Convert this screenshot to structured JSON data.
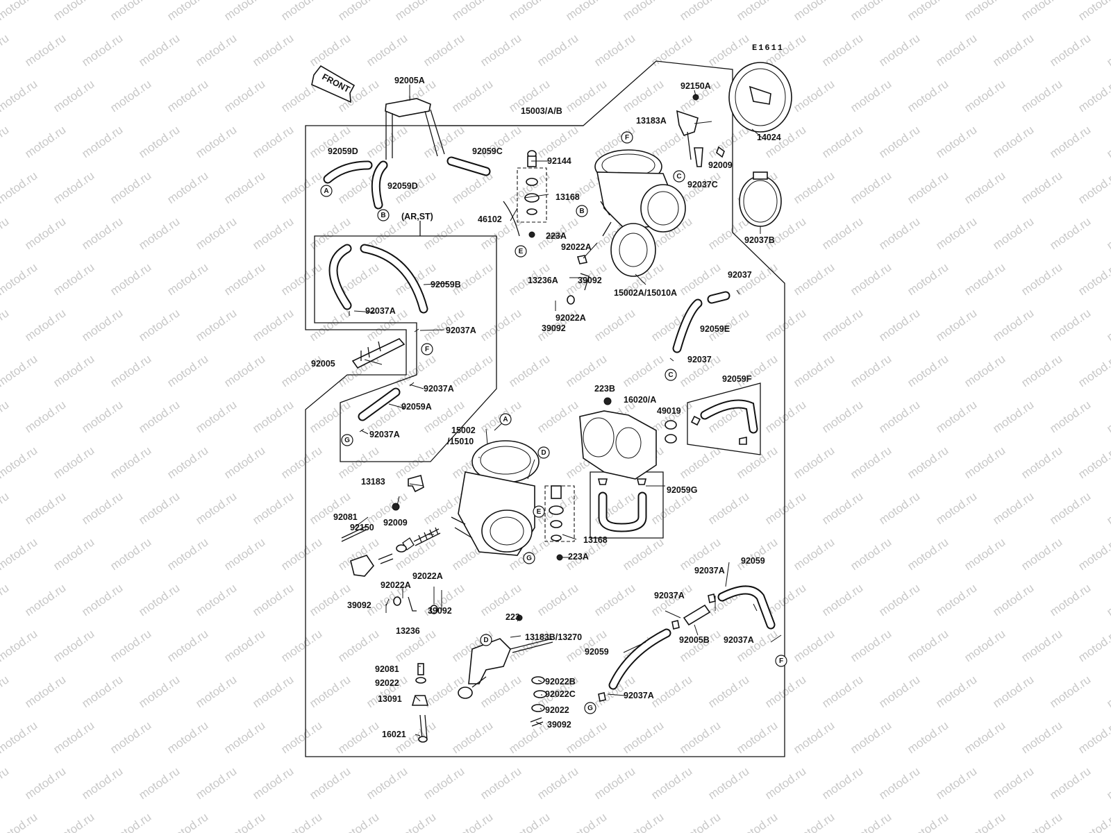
{
  "diagram": {
    "code": "E1611",
    "front_label": "FRONT",
    "watermark": "motod.ru",
    "labels": [
      {
        "id": "l1",
        "text": "92005A"
      },
      {
        "id": "l2",
        "text": "15003/A/B"
      },
      {
        "id": "l3",
        "text": "92150A"
      },
      {
        "id": "l4",
        "text": "13183A"
      },
      {
        "id": "l5",
        "text": "14024"
      },
      {
        "id": "l6",
        "text": "92059D"
      },
      {
        "id": "l7",
        "text": "92059C"
      },
      {
        "id": "l8",
        "text": "92144"
      },
      {
        "id": "l9",
        "text": "92009"
      },
      {
        "id": "l10",
        "text": "92037C"
      },
      {
        "id": "l11",
        "text": "92059D"
      },
      {
        "id": "l12",
        "text": "13168"
      },
      {
        "id": "l13",
        "text": "(AR,ST)"
      },
      {
        "id": "l14",
        "text": "46102"
      },
      {
        "id": "l15",
        "text": "223A"
      },
      {
        "id": "l16",
        "text": "92037B"
      },
      {
        "id": "l17",
        "text": "92022A"
      },
      {
        "id": "l18",
        "text": "92059B"
      },
      {
        "id": "l19",
        "text": "13236A"
      },
      {
        "id": "l20",
        "text": "39092"
      },
      {
        "id": "l21",
        "text": "15002A/15010A"
      },
      {
        "id": "l22",
        "text": "92037"
      },
      {
        "id": "l23",
        "text": "92037A"
      },
      {
        "id": "l24",
        "text": "92022A"
      },
      {
        "id": "l25",
        "text": "92037A"
      },
      {
        "id": "l26",
        "text": "39092"
      },
      {
        "id": "l27",
        "text": "92059E"
      },
      {
        "id": "l28",
        "text": "92005"
      },
      {
        "id": "l29",
        "text": "92037"
      },
      {
        "id": "l30",
        "text": "92059F"
      },
      {
        "id": "l31",
        "text": "92037A"
      },
      {
        "id": "l32",
        "text": "223B"
      },
      {
        "id": "l33",
        "text": "16020/A"
      },
      {
        "id": "l34",
        "text": "92059A"
      },
      {
        "id": "l35",
        "text": "49019"
      },
      {
        "id": "l36",
        "text": "92037A"
      },
      {
        "id": "l37",
        "text": "15002"
      },
      {
        "id": "l38",
        "text": "/15010"
      },
      {
        "id": "l39",
        "text": "13183"
      },
      {
        "id": "l40",
        "text": "92059G"
      },
      {
        "id": "l41",
        "text": "92081"
      },
      {
        "id": "l42",
        "text": "92009"
      },
      {
        "id": "l43",
        "text": "92150"
      },
      {
        "id": "l44",
        "text": "13168"
      },
      {
        "id": "l45",
        "text": "223A"
      },
      {
        "id": "l46",
        "text": "92022A"
      },
      {
        "id": "l47",
        "text": "92037A"
      },
      {
        "id": "l48",
        "text": "92059"
      },
      {
        "id": "l49",
        "text": "92022A"
      },
      {
        "id": "l50",
        "text": "39092"
      },
      {
        "id": "l51",
        "text": "39092"
      },
      {
        "id": "l52",
        "text": "92037A"
      },
      {
        "id": "l53",
        "text": "13236"
      },
      {
        "id": "l54",
        "text": "223"
      },
      {
        "id": "l55",
        "text": "13183B/13270"
      },
      {
        "id": "l56",
        "text": "92005B"
      },
      {
        "id": "l57",
        "text": "92037A"
      },
      {
        "id": "l58",
        "text": "92059"
      },
      {
        "id": "l59",
        "text": "92081"
      },
      {
        "id": "l60",
        "text": "92022B"
      },
      {
        "id": "l61",
        "text": "92022"
      },
      {
        "id": "l62",
        "text": "92022C"
      },
      {
        "id": "l63",
        "text": "13091"
      },
      {
        "id": "l64",
        "text": "92037A"
      },
      {
        "id": "l65",
        "text": "92022"
      },
      {
        "id": "l66",
        "text": "39092"
      },
      {
        "id": "l67",
        "text": "16021"
      }
    ],
    "callouts": [
      {
        "id": "c1",
        "text": "A"
      },
      {
        "id": "c2",
        "text": "B"
      },
      {
        "id": "c3",
        "text": "F"
      },
      {
        "id": "c4",
        "text": "C"
      },
      {
        "id": "c5",
        "text": "B"
      },
      {
        "id": "c6",
        "text": "E"
      },
      {
        "id": "c7",
        "text": "F"
      },
      {
        "id": "c8",
        "text": "C"
      },
      {
        "id": "c9",
        "text": "G"
      },
      {
        "id": "c10",
        "text": "A"
      },
      {
        "id": "c11",
        "text": "D"
      },
      {
        "id": "c12",
        "text": "E"
      },
      {
        "id": "c13",
        "text": "G"
      },
      {
        "id": "c14",
        "text": "D"
      },
      {
        "id": "c15",
        "text": "F"
      },
      {
        "id": "c16",
        "text": "G"
      }
    ]
  }
}
